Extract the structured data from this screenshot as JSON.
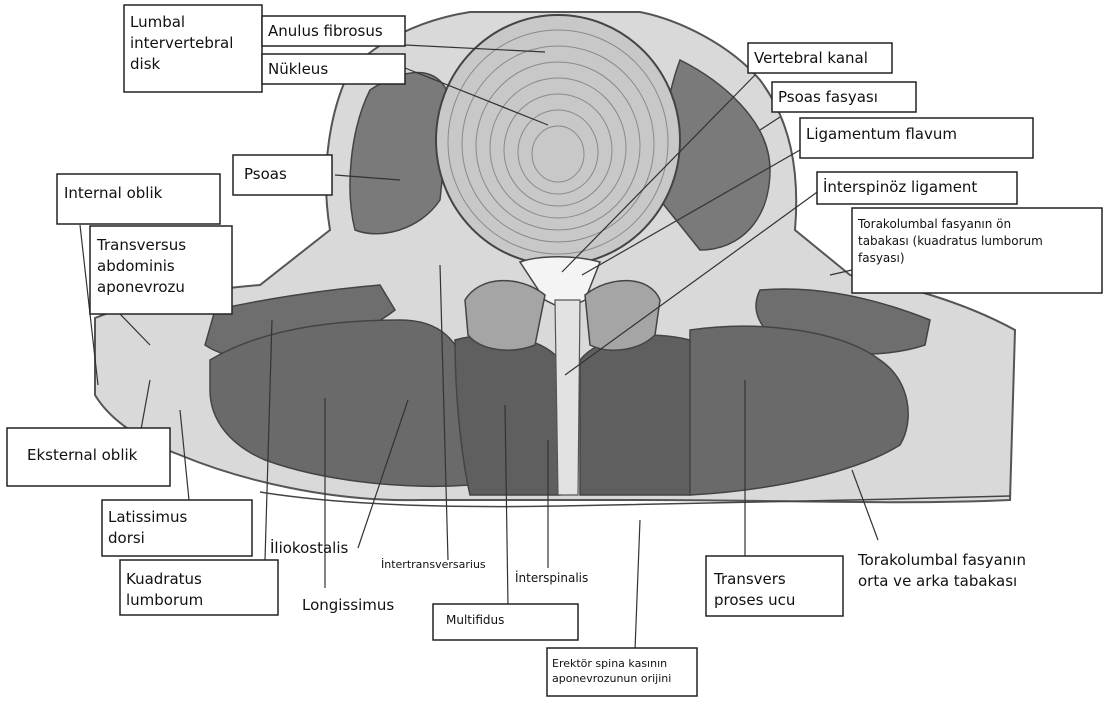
{
  "labels": {
    "lumbal_disk": "Lumbal\nintervertebral\ndisk",
    "anulus": "Anulus fibrosus",
    "nukleus": "Nükleus",
    "vertebral_kanal": "Vertebral kanal",
    "psoas_fasyasi": "Psoas fasyası",
    "lig_flavum": "Ligamentum flavum",
    "interspinoz_lig": "İnterspinöz ligament",
    "torakolumbal_on": "Torakolumbal fasyanın ön\ntabakası (kuadratus lumborum\nfasyası)",
    "psoas": "Psoas",
    "internal_oblik": "Internal oblik",
    "transversus": "Transversus\nabdominis\naponevrozu",
    "eksternal_oblik": "Eksternal oblik",
    "latissimus": "Latissimus\ndorsi",
    "kuadratus": "Kuadratus\n lumborum",
    "iliokostalis": "İliokostalis",
    "intertransversarius": "İntertransversarius",
    "longissimus": "Longissimus",
    "interspinalis": "İnterspinalis",
    "multifidus": "Multifidus",
    "erektor": "Erektör spina kasının\naponevrozunun orijini",
    "transvers_proses": "Transvers\nproses ucu",
    "torakolumbal_orta": "Torakolumbal fasyanın\norta ve arka  tabakası"
  }
}
